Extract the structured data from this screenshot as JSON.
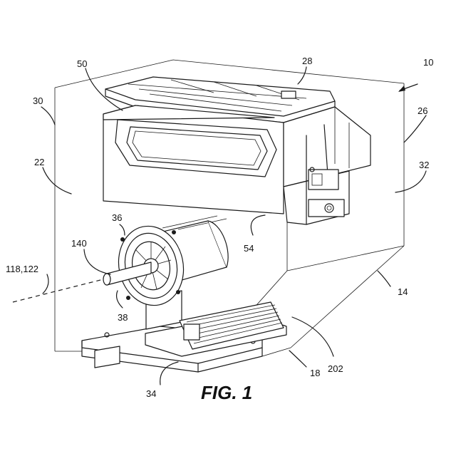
{
  "figure": {
    "caption": "FIG. 1",
    "references": {
      "r10": "10",
      "r28": "28",
      "r50": "50",
      "r30": "30",
      "r26": "26",
      "r22": "22",
      "r32": "32",
      "r36": "36",
      "r140": "140",
      "r54": "54",
      "r118": "118,122",
      "r14": "14",
      "r38": "38",
      "r202": "202",
      "r18": "18",
      "r34": "34"
    }
  }
}
